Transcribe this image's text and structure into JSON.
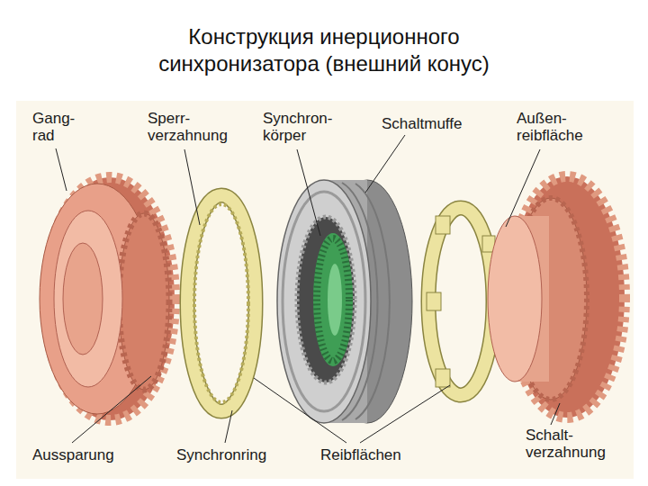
{
  "diagram": {
    "title": "Конструкция инерционного синхронизатора (внешний конус)",
    "labels": [
      "Gang- rad",
      "Sperr- verzahnung",
      "Synchron- körper",
      "Schaltmuffe",
      "Außen- reibfläche",
      "Aussparung",
      "Synchronring",
      "Reibflächen",
      "Schalt- verzahnung"
    ]
  }
}
